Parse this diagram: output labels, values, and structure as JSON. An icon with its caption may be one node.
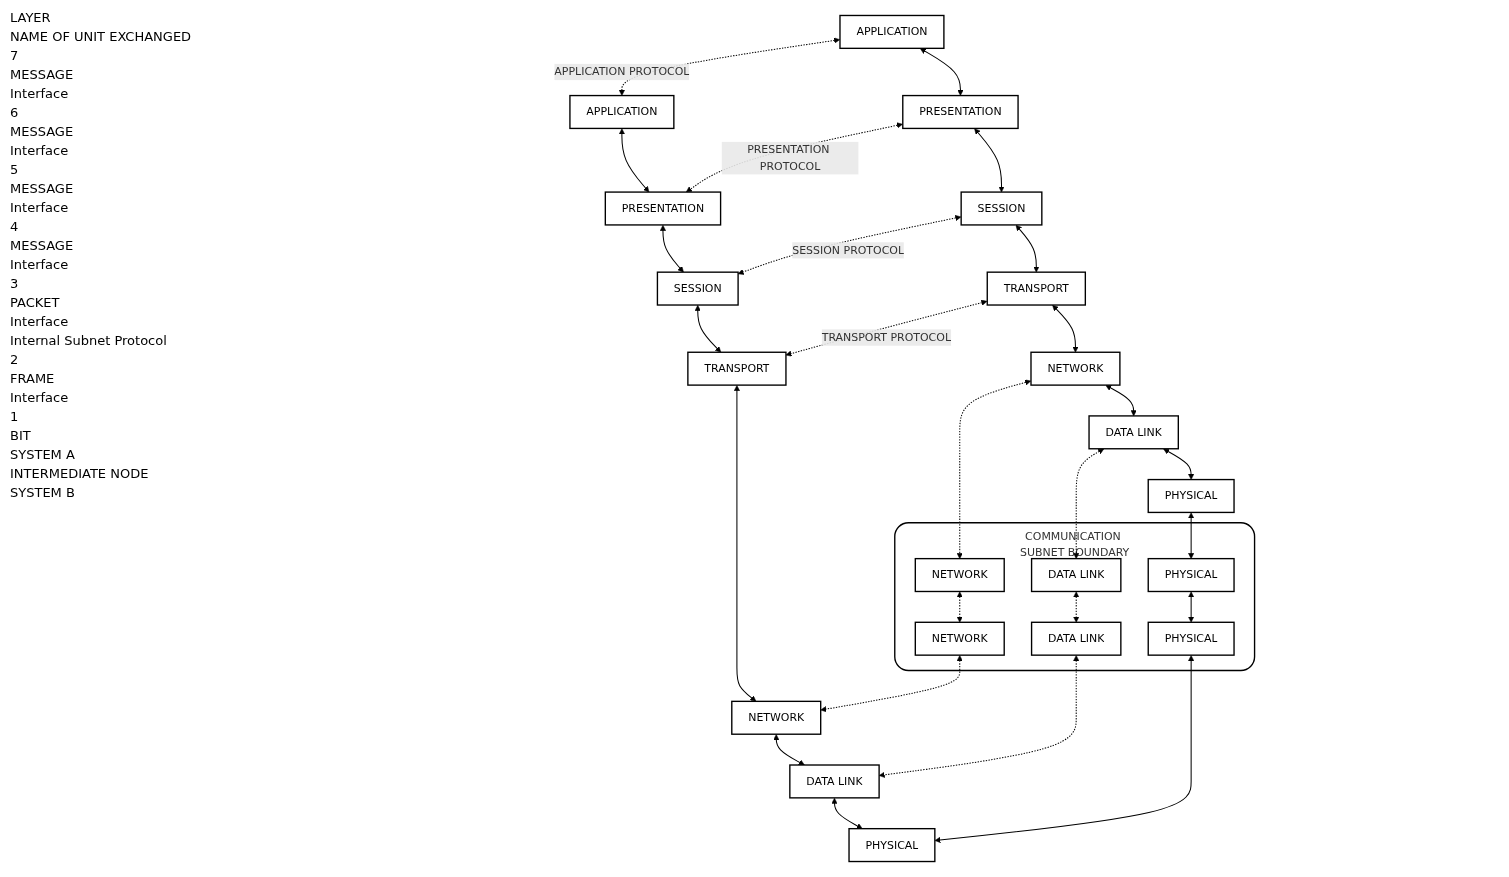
{
  "diagram": {
    "nodes": [
      {
        "text": [
          "APPLICATION"
        ]
      },
      {
        "text": [
          "PRESENTATION"
        ]
      },
      {
        "text": [
          "SESSION"
        ]
      },
      {
        "text": [
          "TRANSPORT"
        ]
      },
      {
        "text": [
          "NETWORK"
        ]
      },
      {
        "text": [
          "DATA LINK"
        ]
      },
      {
        "text": [
          "PHYSICAL"
        ]
      },
      {
        "text": [
          "COMMUNICATION SUBNET BOUNDARY"
        ]
      },
      {
        "text": [
          "NETWORK"
        ],
        "in": 7
      },
      {
        "text": [
          "NETWORK"
        ],
        "in": 7
      },
      {
        "text": [
          "DATA LINK"
        ],
        "in": 7
      },
      {
        "text": [
          "DATA LINK"
        ],
        "in": 7
      },
      {
        "text": [
          "PHYSICAL"
        ],
        "in": 7
      },
      {
        "text": [
          "PHYSICAL"
        ],
        "in": 7
      },
      {
        "text": [
          "APPLICATION"
        ]
      },
      {
        "text": [
          "PRESENTATION"
        ]
      },
      {
        "text": [
          "SESSION"
        ]
      },
      {
        "text": [
          "TRANSPORT"
        ]
      },
      {
        "text": [
          "NETWORK"
        ]
      },
      {
        "text": [
          "DATA LINK"
        ]
      },
      {
        "text": [
          "PHYSICAL"
        ]
      }
    ],
    "edges": [
      {
        "from": 0,
        "to": 1,
        "arrow": "both"
      },
      {
        "from": 1,
        "to": 2,
        "arrow": "both"
      },
      {
        "from": 2,
        "to": 3,
        "arrow": "both"
      },
      {
        "from": 3,
        "to": 4,
        "arrow": "both"
      },
      {
        "from": 4,
        "to": 5,
        "arrow": "both"
      },
      {
        "from": 5,
        "to": 6,
        "arrow": "both"
      },
      {
        "from": 14,
        "to": 15,
        "arrow": "both"
      },
      {
        "from": 15,
        "to": 16,
        "arrow": "both"
      },
      {
        "from": 16,
        "to": 17,
        "arrow": "both"
      },
      {
        "from": 17,
        "to": 18,
        "arrow": "both"
      },
      {
        "from": 18,
        "to": 19,
        "arrow": "both"
      },
      {
        "from": 19,
        "to": 20,
        "arrow": "both"
      },
      {
        "from": 0,
        "to": 14,
        "arrow": "both",
        "style": "dashed",
        "label": "APPLICATION PROTOCOL"
      },
      {
        "from": 1,
        "to": 15,
        "arrow": "both",
        "style": "dashed",
        "label": "PRESENTATION PROTOCOL"
      },
      {
        "from": 2,
        "to": 16,
        "arrow": "both",
        "style": "dashed",
        "label": "SESSION PROTOCOL"
      },
      {
        "from": 3,
        "to": 17,
        "arrow": "both",
        "style": "dashed",
        "label": "TRANSPORT PROTOCOL"
      },
      {
        "from": 4,
        "to": 8,
        "arrow": "both",
        "style": "dashed"
      },
      {
        "from": 8,
        "to": 9,
        "arrow": "both",
        "style": "dashed"
      },
      {
        "from": 9,
        "to": 18,
        "arrow": "both",
        "style": "dashed"
      },
      {
        "from": 5,
        "to": 10,
        "arrow": "both",
        "style": "dashed"
      },
      {
        "from": 10,
        "to": 11,
        "arrow": "both",
        "style": "dashed"
      },
      {
        "from": 11,
        "to": 19,
        "arrow": "both",
        "style": "dashed"
      },
      {
        "from": 6,
        "to": 12,
        "arrow": "both"
      },
      {
        "from": 12,
        "to": 13,
        "arrow": "both"
      },
      {
        "from": 13,
        "to": 20,
        "arrow": "both"
      }
    ],
    "labels": [
      "LAYER",
      "NAME OF UNIT EXCHANGED",
      "7",
      "MESSAGE",
      "Interface",
      "6",
      "MESSAGE",
      "Interface",
      "5",
      "MESSAGE",
      "Interface",
      "4",
      "MESSAGE",
      "Interface",
      "3",
      "PACKET",
      "Interface",
      "Internal Subnet Protocol",
      "2",
      "FRAME",
      "Interface",
      "1",
      "BIT",
      "SYSTEM A",
      "INTERMEDIATE NODE",
      "SYSTEM B"
    ]
  }
}
